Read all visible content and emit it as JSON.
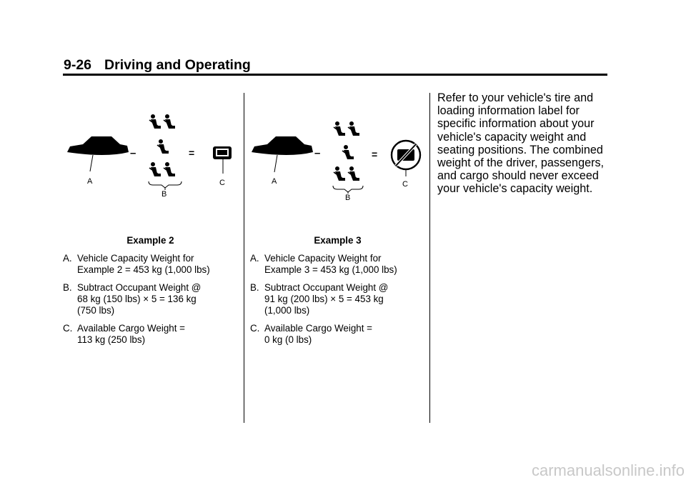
{
  "header": {
    "page_number": "9-26",
    "section_title": "Driving and Operating"
  },
  "example2": {
    "diagram": {
      "label_a": "A",
      "label_b": "B",
      "label_c": "C",
      "minus": "–",
      "equals": "="
    },
    "caption": "Example 2",
    "items": [
      {
        "letter": "A.",
        "line1": "Vehicle Capacity Weight for",
        "rest": "Example 2 = 453 kg (1,000 lbs)"
      },
      {
        "letter": "B.",
        "line1": "Subtract Occupant Weight @",
        "rest": "68 kg (150 lbs) × 5 = 136 kg (750 lbs)"
      },
      {
        "letter": "C.",
        "line1": "Available Cargo Weight =",
        "rest": "113 kg (250 lbs)"
      }
    ]
  },
  "example3": {
    "diagram": {
      "label_a": "A",
      "label_b": "B",
      "label_c": "C",
      "minus": "–",
      "equals": "="
    },
    "caption": "Example 3",
    "items": [
      {
        "letter": "A.",
        "line1": "Vehicle Capacity Weight for",
        "rest": "Example 3 = 453 kg (1,000 lbs)"
      },
      {
        "letter": "B.",
        "line1": "Subtract Occupant Weight @",
        "rest": "91 kg (200 lbs) × 5 = 453 kg (1,000 lbs)"
      },
      {
        "letter": "C.",
        "line1": "Available Cargo Weight =",
        "rest": "0 kg (0 lbs)"
      }
    ]
  },
  "body_text": "Refer to your vehicle's tire and loading information label for specific information about your vehicle's capacity weight and seating positions. The combined weight of the driver, passengers, and cargo should never exceed your vehicle's capacity weight.",
  "footer": {
    "watermark": "carmanualsonline.info"
  }
}
